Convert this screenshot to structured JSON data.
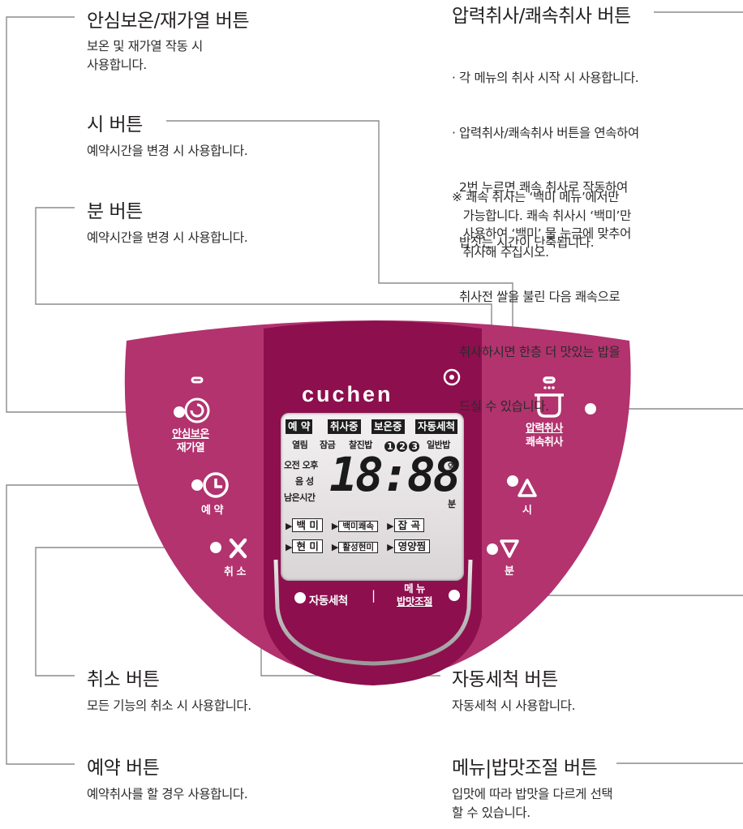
{
  "labels": {
    "safe_warm": {
      "title": "안심보온/재가열 버튼",
      "desc": [
        "보온 및 재가열 작동 시",
        "사용합니다."
      ]
    },
    "hour": {
      "title": "시 버튼",
      "desc": [
        "예약시간을 변경 시 사용합니다."
      ]
    },
    "minute": {
      "title": "분 버튼",
      "desc": [
        "예약시간을 변경 시 사용합니다."
      ]
    },
    "cancel": {
      "title": "취소 버튼",
      "desc": [
        "모든 기능의 취소 시 사용합니다."
      ]
    },
    "reserve": {
      "title": "예약 버튼",
      "desc": [
        "예약취사를 할 경우 사용합니다."
      ]
    },
    "pressure": {
      "title": "압력취사/쾌속취사 버튼",
      "desc": [
        "· 각 메뉴의 취사 시작 시 사용합니다.",
        "· 압력취사/쾌속취사 버튼을 연속하여",
        "  2번 누르면 쾌속 취사로 작동하여",
        "  밥짓는 시간이 단축됩니다.",
        "  취사전 쌀을 불린 다음 쾌속으로",
        "  취사하시면 한층 더 맛있는 밥을",
        "  드실 수 있습니다."
      ],
      "note": [
        "※ 쾌속 취사는 ‘백미 메뉴’에서만",
        "   가능합니다. 쾌속 취사시 ‘백미’만",
        "   사용하여 ‘백미’ 물 눈금에 맞추어",
        "   취사해 주십시오."
      ]
    },
    "autoclean": {
      "title": "자동세척 버튼",
      "desc": [
        "자동세척 시 사용합니다."
      ]
    },
    "menu": {
      "title": "메뉴|밥맛조절 버튼",
      "desc": [
        "입맛에 따라 밥맛을 다르게 선택",
        "할 수 있습니다."
      ]
    }
  },
  "panel": {
    "brand": "CUCHEN",
    "btn_safe": [
      "안심보온",
      "재가열"
    ],
    "btn_reserve": "예 약",
    "btn_cancel": "취 소",
    "btn_pressure": [
      "압력취사",
      "쾌속취사"
    ],
    "btn_hour": "시",
    "btn_minute": "분",
    "btn_autoclean": "자동세척",
    "btn_menu": [
      "메 뉴",
      "밥맛조절"
    ],
    "separator": "|"
  },
  "lcd": {
    "tags": [
      "예  약",
      "취사중",
      "보온중",
      "자동세척"
    ],
    "row2": [
      "열림",
      "잠금",
      "찰진밥",
      "일반밥"
    ],
    "taste_numbers": [
      "1",
      "2",
      "3"
    ],
    "left_labels": [
      "오전 오후",
      "음 성",
      "남은시간"
    ],
    "digits": "18:88",
    "right_labels": [
      "약",
      "분"
    ],
    "menus_row1": [
      "백   미",
      "백미쾌속",
      "잡   곡"
    ],
    "menus_row2": [
      "현   미",
      "활성현미",
      "영양찜"
    ]
  },
  "colors": {
    "panel": "#b2336e",
    "center": "#8d0f4e",
    "line": "#8c8c8c",
    "button_dot": "#ffffff"
  }
}
